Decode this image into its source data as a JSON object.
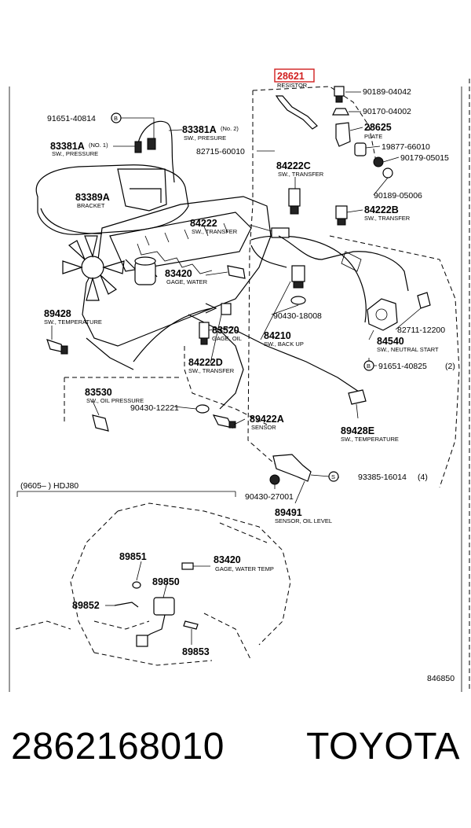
{
  "diagram": {
    "highlighted_part": "28621",
    "figure_number": "846850",
    "section_label": "(9605–        ) HDJ80",
    "parts": [
      {
        "number": "28621",
        "name": "RESISTOR"
      },
      {
        "number": "90189-04042",
        "name": ""
      },
      {
        "number": "90170-04002",
        "name": ""
      },
      {
        "number": "28625",
        "name": "PLATE"
      },
      {
        "number": "19877-66010",
        "name": ""
      },
      {
        "number": "90179-05015",
        "name": ""
      },
      {
        "number": "90189-05006",
        "name": ""
      },
      {
        "number": "91651-40814",
        "name": ""
      },
      {
        "number": "83381A",
        "name": "SW., PRESURE",
        "suffix": "(No. 2)"
      },
      {
        "number": "83381A",
        "name": "SW., PRESSURE",
        "suffix": "(NO. 1)"
      },
      {
        "number": "82715-60010",
        "name": ""
      },
      {
        "number": "84222C",
        "name": "SW., TRANSFER"
      },
      {
        "number": "83389A",
        "name": "BRACKET"
      },
      {
        "number": "84222B",
        "name": "SW., TRANSFER"
      },
      {
        "number": "84222",
        "name": "SW., TRANSFER"
      },
      {
        "number": "83420",
        "name": "GAGE, WATER"
      },
      {
        "number": "89428",
        "name": "SW., TEMPERATURE"
      },
      {
        "number": "90430-18008",
        "name": ""
      },
      {
        "number": "82711-12200",
        "name": ""
      },
      {
        "number": "83520",
        "name": "GAGE, OIL"
      },
      {
        "number": "84210",
        "name": "SW., BACK UP"
      },
      {
        "number": "84540",
        "name": "SW., NEUTRAL START"
      },
      {
        "number": "84222D",
        "name": "SW., TRANSFER"
      },
      {
        "number": "91651-40825",
        "name": "",
        "suffix": "(2)"
      },
      {
        "number": "83530",
        "name": "SW., OIL PRESSURE"
      },
      {
        "number": "90430-12221",
        "name": ""
      },
      {
        "number": "89422A",
        "name": "SENSOR"
      },
      {
        "number": "89428E",
        "name": "SW., TEMPERATURE"
      },
      {
        "number": "93385-16014",
        "name": "",
        "suffix": "(4)"
      },
      {
        "number": "90430-27001",
        "name": ""
      },
      {
        "number": "89491",
        "name": "SENSOR, OIL LEVEL"
      },
      {
        "number": "89851",
        "name": ""
      },
      {
        "number": "83420",
        "name": "GAGE, WATER TEMP"
      },
      {
        "number": "89850",
        "name": ""
      },
      {
        "number": "89852",
        "name": ""
      },
      {
        "number": "89853",
        "name": ""
      }
    ],
    "callout_letter": "B",
    "callout_letter_s": "S"
  },
  "footer": {
    "part_number": "2862168010",
    "brand": "TOYOTA"
  }
}
